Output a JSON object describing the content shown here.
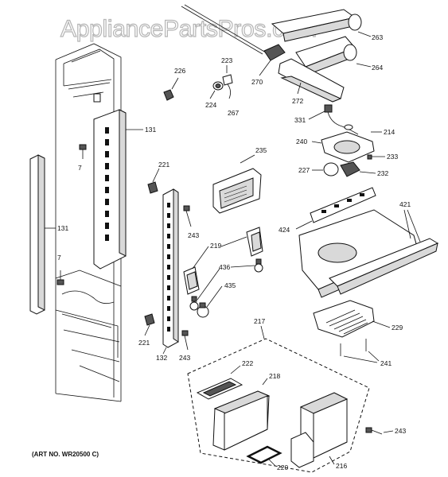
{
  "watermark": "AppliancePartsPros.com",
  "art_number": "(ART NO. WR20500 C)",
  "callouts": {
    "c263": "263",
    "c264": "264",
    "c223": "223",
    "c226": "226",
    "c270": "270",
    "c224": "224",
    "c267": "267",
    "c272": "272",
    "c331": "331",
    "c214": "214",
    "c131a": "131",
    "c240": "240",
    "c233": "233",
    "c235": "235",
    "c7a": "7",
    "c221a": "221",
    "c227": "227",
    "c232": "232",
    "c131b": "131",
    "c243a": "243",
    "c421": "421",
    "c424": "424",
    "c7b": "7",
    "c219": "219",
    "c436": "436",
    "c435": "435",
    "c217": "217",
    "c229": "229",
    "c221b": "221",
    "c132": "132",
    "c243b": "243",
    "c241": "241",
    "c222": "222",
    "c218": "218",
    "c243c": "243",
    "c220": "220",
    "c216": "216"
  }
}
